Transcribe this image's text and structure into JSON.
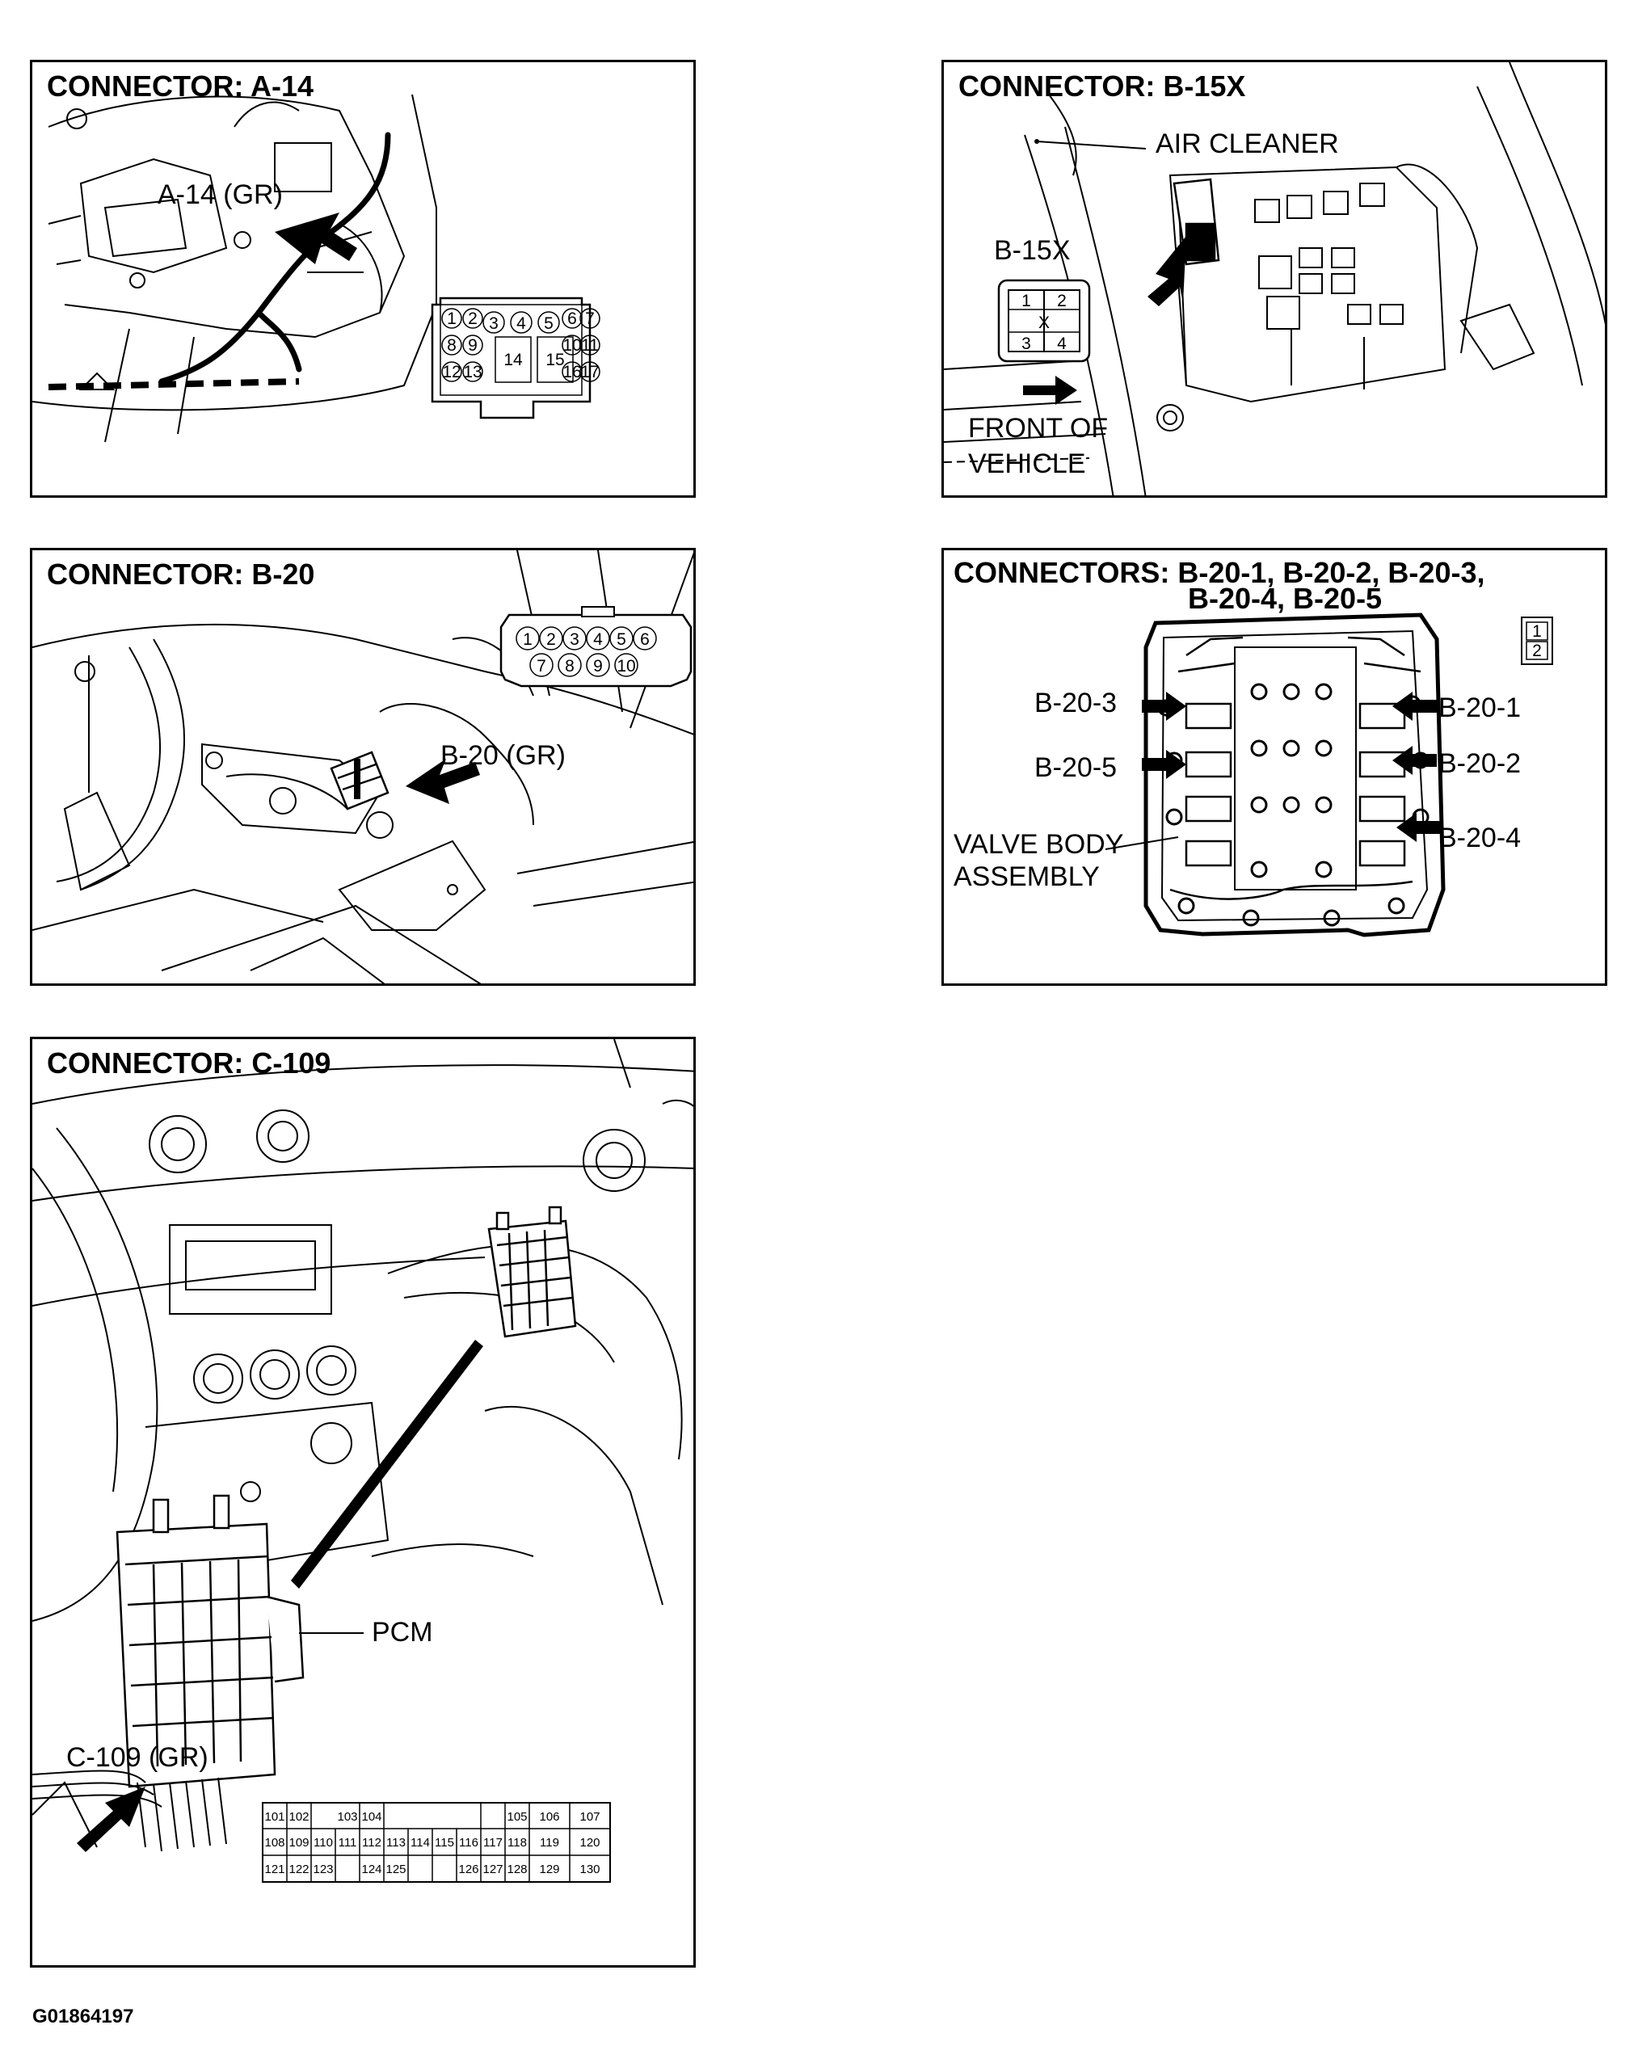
{
  "panels": {
    "a14": {
      "title": "CONNECTOR: A-14",
      "callout": "A-14 (GR)",
      "pins": [
        "1",
        "2",
        "3",
        "4",
        "5",
        "6",
        "7",
        "8",
        "9",
        "10",
        "11",
        "12",
        "13",
        "14",
        "15",
        "16",
        "17"
      ]
    },
    "b15x": {
      "title": "CONNECTOR: B-15X",
      "air_cleaner": "AIR CLEANER",
      "connector_label": "B-15X",
      "front_line1": "FRONT OF",
      "front_line2": "VEHICLE",
      "pins": [
        "1",
        "2",
        "3",
        "4"
      ],
      "mark": "X"
    },
    "b20": {
      "title": "CONNECTOR: B-20",
      "callout": "B-20 (GR)",
      "pins": [
        "1",
        "2",
        "3",
        "4",
        "5",
        "6",
        "7",
        "8",
        "9",
        "10"
      ]
    },
    "b20multi": {
      "title_line1": "CONNECTORS: B-20-1, B-20-2, B-20-3,",
      "title_line2": "B-20-4, B-20-5",
      "labels": {
        "b20_1": "B-20-1",
        "b20_2": "B-20-2",
        "b20_3": "B-20-3",
        "b20_4": "B-20-4",
        "b20_5": "B-20-5",
        "valve_body_line1": "VALVE BODY",
        "valve_body_line2": "ASSEMBLY"
      },
      "pins": [
        "1",
        "2"
      ]
    },
    "c109": {
      "title": "CONNECTOR: C-109",
      "pcm": "PCM",
      "callout": "C-109 (GR)",
      "pin_rows": [
        [
          "101",
          "102",
          "103",
          "104",
          "105",
          "106",
          "107"
        ],
        [
          "108",
          "109",
          "110",
          "111",
          "112",
          "113",
          "114",
          "115",
          "116",
          "117",
          "118",
          "119",
          "120"
        ],
        [
          "121",
          "122",
          "123",
          "124",
          "125",
          "126",
          "127",
          "128",
          "129",
          "130"
        ]
      ]
    }
  },
  "figure_id": "G01864197"
}
